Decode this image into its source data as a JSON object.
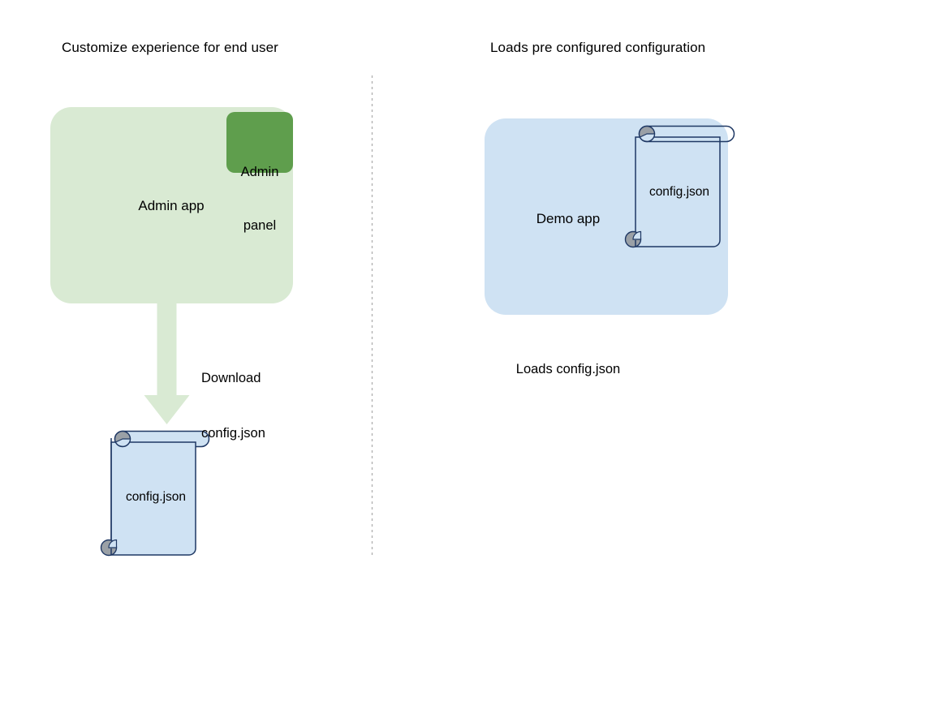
{
  "diagram": {
    "type": "flow-diagram",
    "background_color": "#ffffff",
    "columns": [
      {
        "id": "left",
        "title": "Customize experience for end user",
        "nodes": [
          {
            "id": "admin-app",
            "label": "Admin app",
            "shape": "rounded-rectangle",
            "fill_color": "#d9ead3",
            "text_color": "#000000"
          },
          {
            "id": "admin-panel",
            "label": "Admin\npanel",
            "label_line1": "Admin",
            "label_line2": "panel",
            "shape": "rounded-rectangle",
            "fill_color": "#5f9e4d",
            "text_color": "#000000"
          },
          {
            "id": "config-json-left",
            "label": "config.json",
            "shape": "document-scroll",
            "fill_color": "#cfe2f3",
            "stroke_color": "#1f3864",
            "curl_color": "#9aa0a6"
          }
        ],
        "edges": [
          {
            "id": "download-arrow",
            "label_line1": "Download",
            "label_line2": "config.json",
            "from": "admin-app",
            "to": "config-json-left",
            "arrow_color": "#d9ead3",
            "direction": "down"
          }
        ]
      },
      {
        "id": "right",
        "title": "Loads pre configured configuration",
        "nodes": [
          {
            "id": "demo-app",
            "label": "Demo app",
            "shape": "rounded-rectangle",
            "fill_color": "#cfe2f3",
            "text_color": "#000000"
          },
          {
            "id": "config-json-right",
            "label": "config.json",
            "shape": "document-scroll",
            "fill_color": "transparent",
            "stroke_color": "#1f3864",
            "curl_color": "#9aa0a6"
          }
        ],
        "captions": [
          {
            "id": "loads-caption",
            "text": "Loads config.json"
          }
        ]
      }
    ],
    "divider": {
      "id": "column-divider",
      "style": "dotted",
      "color": "#b0b0b0",
      "orientation": "vertical"
    }
  }
}
